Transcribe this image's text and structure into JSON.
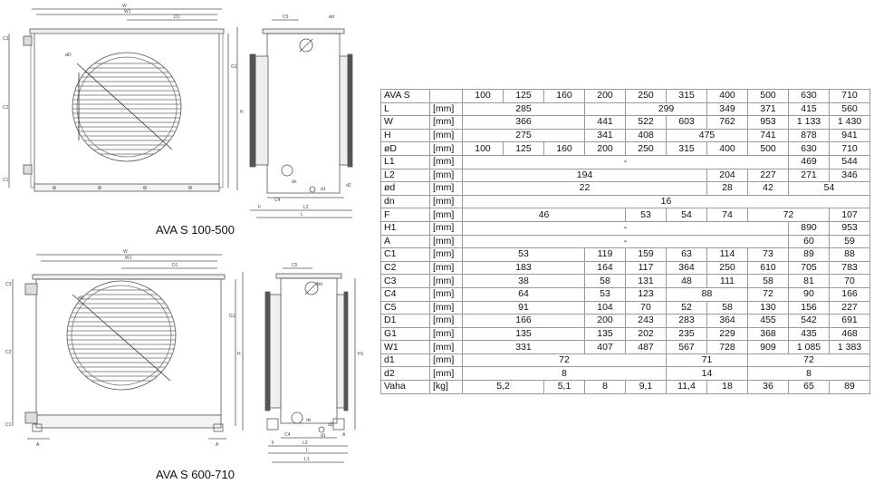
{
  "captions": {
    "top": "AVA S 100-500",
    "bottom": "AVA S 600-710"
  },
  "drawing_labels": {
    "top_front": {
      "W": "W",
      "W1": "W1",
      "D1": "D1",
      "phiD": "øD",
      "G1": "G1",
      "H": "H",
      "C1": "C1",
      "C2": "C2",
      "C3": "C3"
    },
    "top_side": {
      "C5": "C5",
      "phid": "ød",
      "dn": "dn",
      "C4": "C4",
      "d1": "d1",
      "d2": "d2",
      "F": "F",
      "L2": "L2",
      "L": "L"
    },
    "bottom_front": {
      "W": "W",
      "W1": "W1",
      "D1": "D1",
      "phiD": "øD",
      "G1": "G1",
      "H": "H",
      "C1": "C1",
      "C2": "C2",
      "C3": "C3",
      "A": "A"
    },
    "bottom_side": {
      "C5": "C5",
      "phid": "ød",
      "dn": "dn",
      "C4": "C4",
      "d1": "d1",
      "d2": "d2",
      "F": "F",
      "L2": "L2",
      "L": "L",
      "L1": "L1",
      "H1": "H1",
      "A": "A"
    }
  },
  "table": {
    "header": [
      "AVA S",
      "",
      "100",
      "125",
      "160",
      "200",
      "250",
      "315",
      "400",
      "500",
      "630",
      "710"
    ],
    "rows": [
      {
        "label": "L",
        "unit": "[mm]",
        "cells": [
          {
            "t": "285",
            "s": 3
          },
          {
            "t": "",
            "s": 1
          },
          {
            "t": "299",
            "s": 2
          },
          {
            "t": "349",
            "s": 1
          },
          {
            "t": "371",
            "s": 1
          },
          {
            "t": "415",
            "s": 1
          },
          {
            "t": "560",
            "s": 1
          }
        ]
      },
      {
        "label": "W",
        "unit": "[mm]",
        "cells": [
          {
            "t": "366",
            "s": 3
          },
          {
            "t": "441",
            "s": 1
          },
          {
            "t": "522",
            "s": 1
          },
          {
            "t": "603",
            "s": 1
          },
          {
            "t": "762",
            "s": 1
          },
          {
            "t": "953",
            "s": 1
          },
          {
            "t": "1 133",
            "s": 1
          },
          {
            "t": "1 430",
            "s": 1
          }
        ]
      },
      {
        "label": "H",
        "unit": "[mm]",
        "cells": [
          {
            "t": "275",
            "s": 3
          },
          {
            "t": "341",
            "s": 1
          },
          {
            "t": "408",
            "s": 1
          },
          {
            "t": "475",
            "s": 2
          },
          {
            "t": "741",
            "s": 1
          },
          {
            "t": "878",
            "s": 1
          },
          {
            "t": "941",
            "s": 1
          }
        ]
      },
      {
        "label": "øD",
        "unit": "[mm]",
        "cells": [
          {
            "t": "100",
            "s": 1
          },
          {
            "t": "125",
            "s": 1
          },
          {
            "t": "160",
            "s": 1
          },
          {
            "t": "200",
            "s": 1
          },
          {
            "t": "250",
            "s": 1
          },
          {
            "t": "315",
            "s": 1
          },
          {
            "t": "400",
            "s": 1
          },
          {
            "t": "500",
            "s": 1
          },
          {
            "t": "630",
            "s": 1
          },
          {
            "t": "710",
            "s": 1
          }
        ]
      },
      {
        "label": "L1",
        "unit": "[mm]",
        "cells": [
          {
            "t": "-",
            "s": 8
          },
          {
            "t": "469",
            "s": 1
          },
          {
            "t": "544",
            "s": 1
          }
        ]
      },
      {
        "label": "L2",
        "unit": "[mm]",
        "cells": [
          {
            "t": "194",
            "s": 6
          },
          {
            "t": "204",
            "s": 1
          },
          {
            "t": "227",
            "s": 1
          },
          {
            "t": "271",
            "s": 1
          },
          {
            "t": "346",
            "s": 1
          }
        ]
      },
      {
        "label": "ød",
        "unit": "[mm]",
        "cells": [
          {
            "t": "22",
            "s": 6
          },
          {
            "t": "28",
            "s": 1
          },
          {
            "t": "42",
            "s": 1
          },
          {
            "t": "54",
            "s": 2
          }
        ]
      },
      {
        "label": "dn",
        "unit": "[mm]",
        "cells": [
          {
            "t": "16",
            "s": 10
          }
        ]
      },
      {
        "label": "F",
        "unit": "[mm]",
        "cells": [
          {
            "t": "46",
            "s": 4
          },
          {
            "t": "53",
            "s": 1
          },
          {
            "t": "54",
            "s": 1
          },
          {
            "t": "74",
            "s": 1
          },
          {
            "t": "72",
            "s": 2
          },
          {
            "t": "107",
            "s": 1
          }
        ]
      },
      {
        "label": "H1",
        "unit": "[mm]",
        "cells": [
          {
            "t": "-",
            "s": 8
          },
          {
            "t": "890",
            "s": 1
          },
          {
            "t": "953",
            "s": 1
          }
        ]
      },
      {
        "label": "A",
        "unit": "[mm]",
        "cells": [
          {
            "t": "-",
            "s": 8
          },
          {
            "t": "60",
            "s": 1
          },
          {
            "t": "59",
            "s": 1
          }
        ]
      },
      {
        "label": "C1",
        "unit": "[mm]",
        "cells": [
          {
            "t": "53",
            "s": 3
          },
          {
            "t": "119",
            "s": 1
          },
          {
            "t": "159",
            "s": 1
          },
          {
            "t": "63",
            "s": 1
          },
          {
            "t": "114",
            "s": 1
          },
          {
            "t": "73",
            "s": 1
          },
          {
            "t": "89",
            "s": 1
          },
          {
            "t": "88",
            "s": 1
          }
        ]
      },
      {
        "label": "C2",
        "unit": "[mm]",
        "cells": [
          {
            "t": "183",
            "s": 3
          },
          {
            "t": "164",
            "s": 1
          },
          {
            "t": "117",
            "s": 1
          },
          {
            "t": "364",
            "s": 1
          },
          {
            "t": "250",
            "s": 1
          },
          {
            "t": "610",
            "s": 1
          },
          {
            "t": "705",
            "s": 1
          },
          {
            "t": "783",
            "s": 1
          }
        ]
      },
      {
        "label": "C3",
        "unit": "[mm]",
        "cells": [
          {
            "t": "38",
            "s": 3
          },
          {
            "t": "58",
            "s": 1
          },
          {
            "t": "131",
            "s": 1
          },
          {
            "t": "48",
            "s": 1
          },
          {
            "t": "111",
            "s": 1
          },
          {
            "t": "58",
            "s": 1
          },
          {
            "t": "81",
            "s": 1
          },
          {
            "t": "70",
            "s": 1
          }
        ]
      },
      {
        "label": "C4",
        "unit": "[mm]",
        "cells": [
          {
            "t": "64",
            "s": 3
          },
          {
            "t": "53",
            "s": 1
          },
          {
            "t": "123",
            "s": 1
          },
          {
            "t": "88",
            "s": 2
          },
          {
            "t": "72",
            "s": 1
          },
          {
            "t": "90",
            "s": 1
          },
          {
            "t": "166",
            "s": 1
          }
        ]
      },
      {
        "label": "C5",
        "unit": "[mm]",
        "cells": [
          {
            "t": "91",
            "s": 3
          },
          {
            "t": "104",
            "s": 1
          },
          {
            "t": "70",
            "s": 1
          },
          {
            "t": "52",
            "s": 1
          },
          {
            "t": "58",
            "s": 1
          },
          {
            "t": "130",
            "s": 1
          },
          {
            "t": "156",
            "s": 1
          },
          {
            "t": "227",
            "s": 1
          }
        ]
      },
      {
        "label": "D1",
        "unit": "[mm]",
        "cells": [
          {
            "t": "166",
            "s": 3
          },
          {
            "t": "200",
            "s": 1
          },
          {
            "t": "243",
            "s": 1
          },
          {
            "t": "283",
            "s": 1
          },
          {
            "t": "364",
            "s": 1
          },
          {
            "t": "455",
            "s": 1
          },
          {
            "t": "542",
            "s": 1
          },
          {
            "t": "691",
            "s": 1
          }
        ]
      },
      {
        "label": "G1",
        "unit": "[mm]",
        "cells": [
          {
            "t": "135",
            "s": 3
          },
          {
            "t": "135",
            "s": 1
          },
          {
            "t": "202",
            "s": 1
          },
          {
            "t": "235",
            "s": 1
          },
          {
            "t": "229",
            "s": 1
          },
          {
            "t": "368",
            "s": 1
          },
          {
            "t": "435",
            "s": 1
          },
          {
            "t": "468",
            "s": 1
          }
        ]
      },
      {
        "label": "W1",
        "unit": "[mm]",
        "cells": [
          {
            "t": "331",
            "s": 3
          },
          {
            "t": "407",
            "s": 1
          },
          {
            "t": "487",
            "s": 1
          },
          {
            "t": "567",
            "s": 1
          },
          {
            "t": "728",
            "s": 1
          },
          {
            "t": "909",
            "s": 1
          },
          {
            "t": "1 085",
            "s": 1
          },
          {
            "t": "1 383",
            "s": 1
          }
        ]
      },
      {
        "label": "d1",
        "unit": "[mm]",
        "cells": [
          {
            "t": "72",
            "s": 5
          },
          {
            "t": "71",
            "s": 2
          },
          {
            "t": "72",
            "s": 3
          }
        ]
      },
      {
        "label": "d2",
        "unit": "[mm]",
        "cells": [
          {
            "t": "8",
            "s": 5
          },
          {
            "t": "14",
            "s": 2
          },
          {
            "t": "8",
            "s": 3
          }
        ]
      },
      {
        "label": "Vaha",
        "unit": "[kg]",
        "cells": [
          {
            "t": "5,2",
            "s": 2
          },
          {
            "t": "5,1",
            "s": 1
          },
          {
            "t": "8",
            "s": 1
          },
          {
            "t": "9,1",
            "s": 1
          },
          {
            "t": "11,4",
            "s": 1
          },
          {
            "t": "18",
            "s": 1
          },
          {
            "t": "36",
            "s": 1
          },
          {
            "t": "65",
            "s": 1
          },
          {
            "t": "89",
            "s": 1
          }
        ]
      }
    ]
  }
}
